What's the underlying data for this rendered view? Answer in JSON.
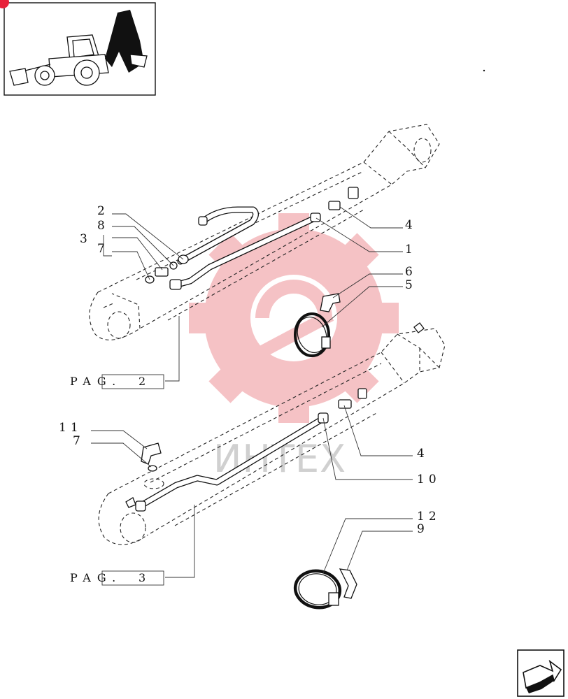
{
  "diagram": {
    "callouts": [
      {
        "id": "c2",
        "text": "2"
      },
      {
        "id": "c8",
        "text": "8"
      },
      {
        "id": "c3",
        "text": "3"
      },
      {
        "id": "c7a",
        "text": "7"
      },
      {
        "id": "c4a",
        "text": "4"
      },
      {
        "id": "c1",
        "text": "1"
      },
      {
        "id": "c6",
        "text": "6"
      },
      {
        "id": "c5",
        "text": "5"
      },
      {
        "id": "c11",
        "text": "11"
      },
      {
        "id": "c7b",
        "text": "7"
      },
      {
        "id": "c4b",
        "text": "4"
      },
      {
        "id": "c10",
        "text": "10"
      },
      {
        "id": "c12",
        "text": "12"
      },
      {
        "id": "c9",
        "text": "9"
      }
    ],
    "page_refs": [
      {
        "label": "PAG.",
        "number": "2"
      },
      {
        "label": "PAG.",
        "number": "3"
      }
    ],
    "watermark_text": "ИНТЕХ",
    "colors": {
      "line": "#111111",
      "watermark": "#f4b8bc",
      "watermark_hub": "#ffffff",
      "badge": "#e8213a"
    },
    "icons": [
      "backhoe-loader-thumbnail",
      "next-page-arrow-icon",
      "gear-watermark"
    ]
  }
}
